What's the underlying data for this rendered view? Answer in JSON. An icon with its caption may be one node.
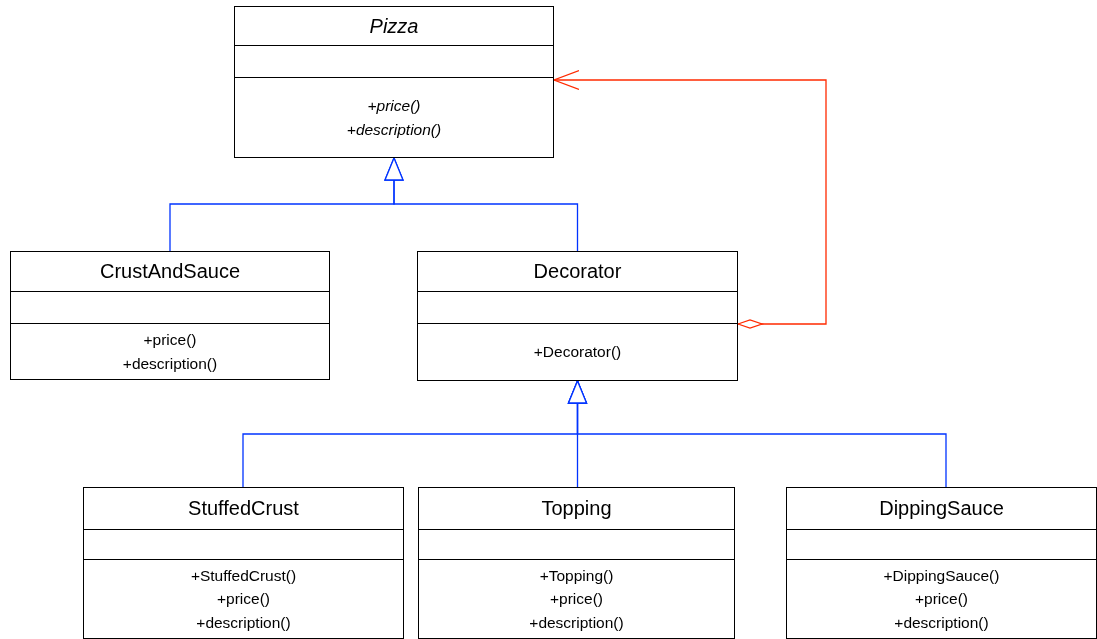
{
  "diagram": {
    "nodes": [
      {
        "text": [
          "Pizza",
          "+price()",
          "+description()"
        ]
      },
      {
        "text": [
          "CrustAndSauce",
          "+price()",
          "+description()"
        ]
      },
      {
        "text": [
          "Decorator",
          "+Decorator()"
        ]
      },
      {
        "text": [
          "StuffedCrust",
          "+StuffedCrust()",
          "+price()",
          "+description()"
        ]
      },
      {
        "text": [
          "Topping",
          "+Topping()",
          "+price()",
          "+description()"
        ]
      },
      {
        "text": [
          "DippingSauce",
          "+DippingSauce()",
          "+price()",
          "+description()"
        ]
      }
    ],
    "edges": [
      {
        "from": 1,
        "to": 0,
        "arrow": "to"
      },
      {
        "from": 2,
        "to": 0,
        "arrow": "to"
      },
      {
        "from": 2,
        "to": 0,
        "arrow": "to",
        "color": "#ff2a00"
      },
      {
        "from": 3,
        "to": 2,
        "arrow": "to"
      },
      {
        "from": 4,
        "to": 2,
        "arrow": "to"
      },
      {
        "from": 5,
        "to": 2,
        "arrow": "to"
      }
    ]
  }
}
